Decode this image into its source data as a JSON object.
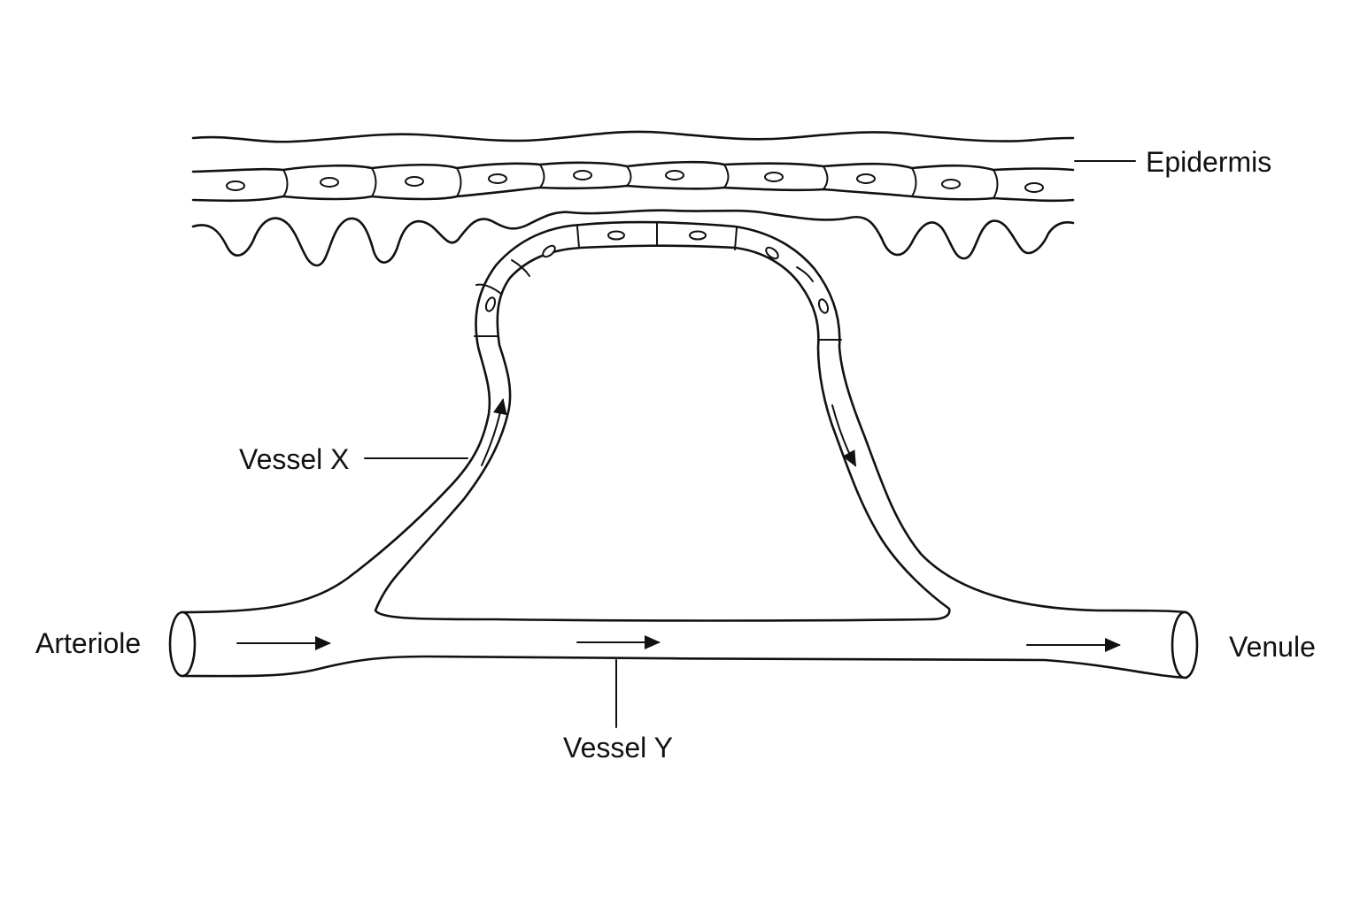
{
  "labels": {
    "epidermis": "Epidermis",
    "vessel_x": "Vessel X",
    "vessel_y": "Vessel Y",
    "arteriole": "Arteriole",
    "venule": "Venule"
  },
  "colors": {
    "line": "#111111",
    "background": "#ffffff"
  }
}
